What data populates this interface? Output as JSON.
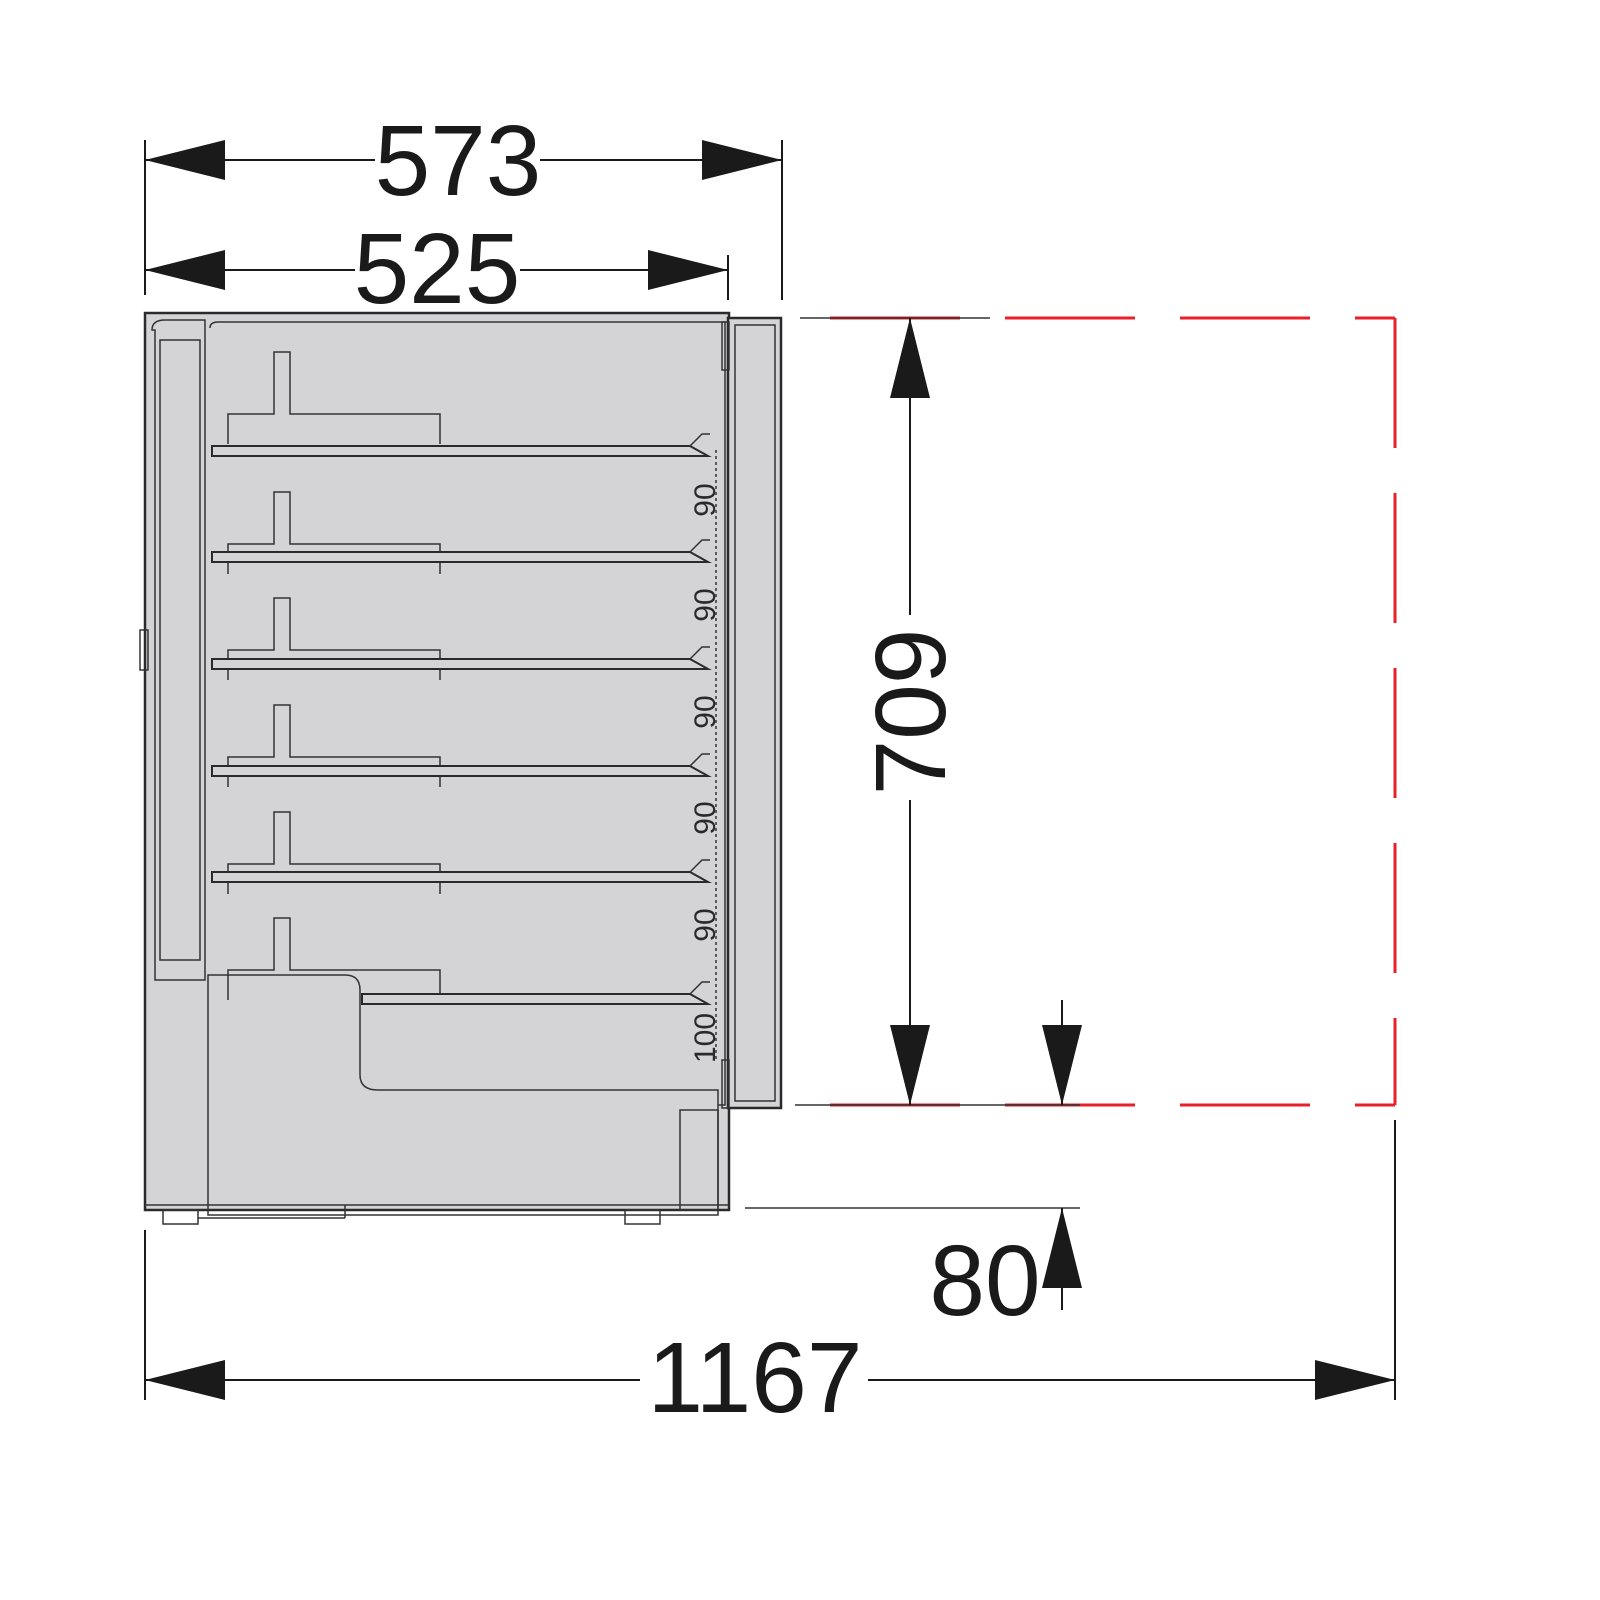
{
  "dimensions": {
    "overall_height": "573",
    "inner_height": "525",
    "opening_depth": "709",
    "base_height": "80",
    "total_depth": "1167"
  },
  "shelf_spacings": [
    "90",
    "90",
    "90",
    "90",
    "90",
    "100"
  ],
  "colors": {
    "cabinet": "#d4d4d6",
    "outline": "#2a2a2a",
    "clearance_zone": "#e8202a"
  }
}
